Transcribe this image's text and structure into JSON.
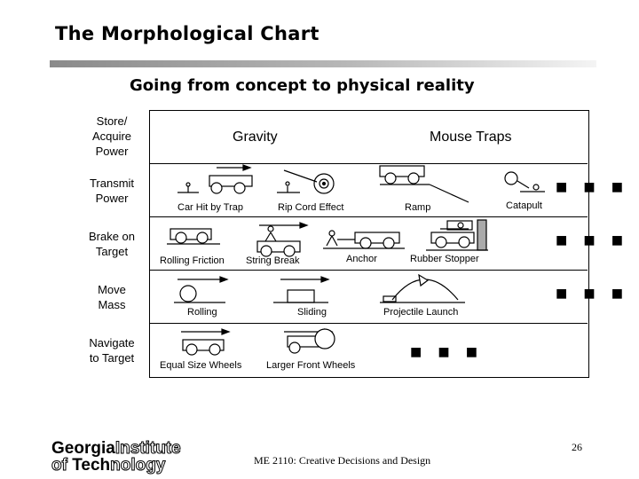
{
  "title": "The Morphological Chart",
  "subtitle": "Going from concept to physical reality",
  "rows": {
    "store": "Store/\nAcquire\nPower",
    "transmit": "Transmit\nPower",
    "brake": "Brake on\nTarget",
    "move": "Move\nMass",
    "navigate": "Navigate\nto Target"
  },
  "options": {
    "gravity": "Gravity",
    "mouse_traps": "Mouse Traps",
    "car_hit_by_trap": "Car Hit by Trap",
    "rip_cord_effect": "Rip Cord Effect",
    "ramp": "Ramp",
    "catapult": "Catapult",
    "rolling_friction": "Rolling Friction",
    "string_break": "String Break",
    "anchor": "Anchor",
    "rubber_stopper": "Rubber Stopper",
    "rolling": "Rolling",
    "sliding": "Sliding",
    "projectile_launch": "Projectile Launch",
    "equal_size_wheels": "Equal Size Wheels",
    "larger_front_wheels": "Larger Front Wheels"
  },
  "ellipsis": "■ ■ ■",
  "logo": {
    "line1a": "Georgia",
    "line1b": "Institute",
    "line2a": "of ",
    "line2b": "Tech",
    "line2c": "nology"
  },
  "footer": "ME 2110: Creative Decisions and Design",
  "page_number": "26"
}
